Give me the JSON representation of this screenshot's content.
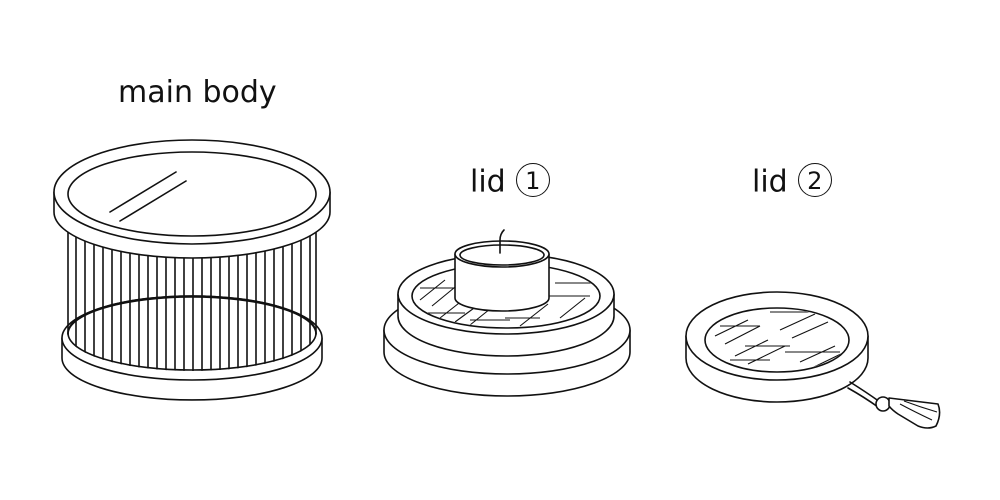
{
  "labels": {
    "main_body": "main body",
    "lid1_text": "lid",
    "lid1_number": "1",
    "lid2_text": "lid",
    "lid2_number": "2"
  }
}
